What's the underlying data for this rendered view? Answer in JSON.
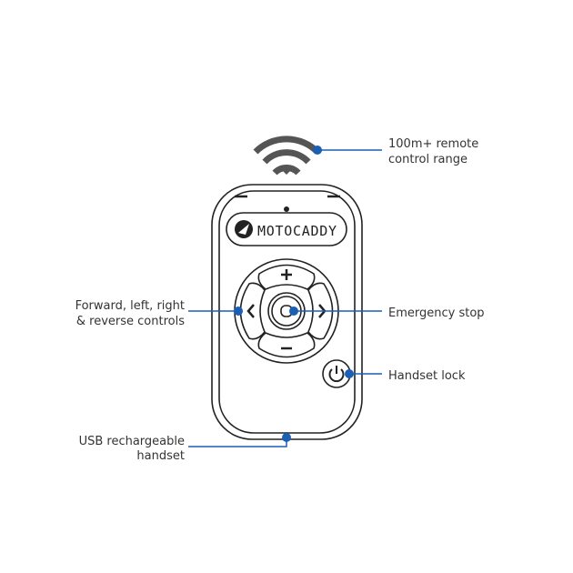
{
  "brand": "MOTOCADDY",
  "callouts": {
    "range": [
      "100m+ remote",
      "control range"
    ],
    "controls": [
      "Forward, left, right",
      "& reverse controls"
    ],
    "stop": "Emergency stop",
    "lock": "Handset lock",
    "usb": [
      "USB rechargeable",
      "handset"
    ]
  },
  "colors": {
    "accent": "#1a5fb4",
    "text": "#333333",
    "wifi": "#555555"
  }
}
